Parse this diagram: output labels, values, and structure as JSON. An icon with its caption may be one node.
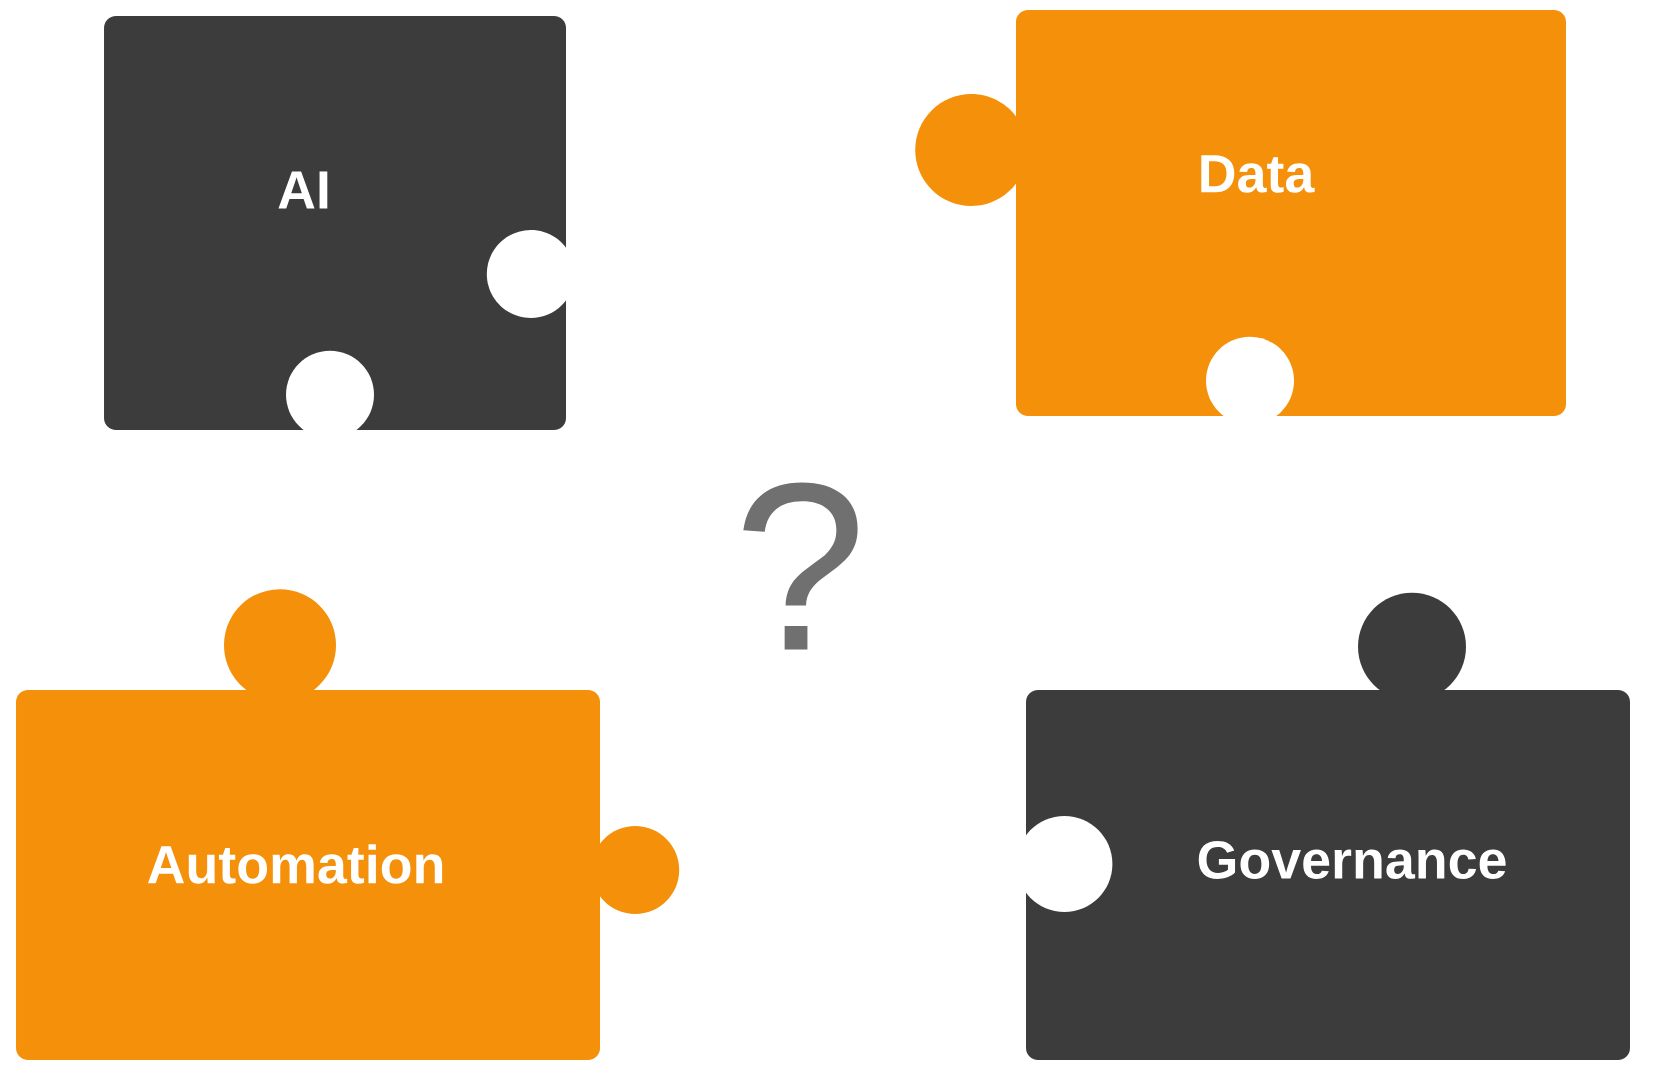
{
  "diagram": {
    "nodes": [
      {
        "text": [
          "AI"
        ]
      },
      {
        "text": [
          "Data"
        ]
      },
      {
        "text": [
          "Automation"
        ]
      },
      {
        "text": [
          "Governance"
        ]
      }
    ],
    "labels": [
      "?"
    ]
  }
}
